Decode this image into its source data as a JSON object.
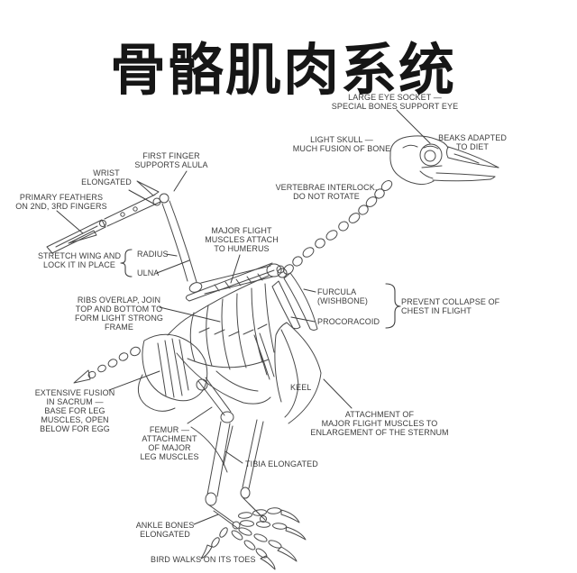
{
  "title": {
    "text": "骨骼肌肉系统"
  },
  "colors": {
    "background": "#ffffff",
    "ink": "#4a4a4a",
    "label_text": "#3d3d3d",
    "title_text": "#161616"
  },
  "labels": [
    {
      "id": "large-eye-socket",
      "text": "LARGE EYE SOCKET —\nSPECIAL BONES SUPPORT EYE"
    },
    {
      "id": "light-skull",
      "text": "LIGHT SKULL —\nMUCH FUSION OF BONE"
    },
    {
      "id": "beaks-adapted",
      "text": "BEAKS ADAPTED\nTO DIET"
    },
    {
      "id": "vertebrae-interlock",
      "text": "VERTEBRAE INTERLOCK,\nDO NOT ROTATE"
    },
    {
      "id": "first-finger",
      "text": "FIRST FINGER\nSUPPORTS ALULA"
    },
    {
      "id": "wrist-elongated",
      "text": "WRIST\nELONGATED"
    },
    {
      "id": "primary-feathers",
      "text": "PRIMARY FEATHERS\nON 2ND, 3RD FINGERS"
    },
    {
      "id": "stretch-wing",
      "text": "STRETCH WING AND\nLOCK IT IN PLACE"
    },
    {
      "id": "radius",
      "text": "RADIUS"
    },
    {
      "id": "ulna",
      "text": "ULNA"
    },
    {
      "id": "major-flight-muscles",
      "text": "MAJOR FLIGHT\nMUSCLES ATTACH\nTO HUMERUS"
    },
    {
      "id": "furcula",
      "text": "FURCULA\n(WISHBONE)"
    },
    {
      "id": "procoracoid",
      "text": "PROCORACOID"
    },
    {
      "id": "prevent-collapse",
      "text": "PREVENT COLLAPSE OF\nCHEST IN FLIGHT"
    },
    {
      "id": "ribs-overlap",
      "text": "RIBS OVERLAP, JOIN\nTOP AND BOTTOM TO\nFORM LIGHT STRONG\nFRAME"
    },
    {
      "id": "extensive-fusion",
      "text": "EXTENSIVE FUSION\nIN SACRUM —\nBASE FOR LEG\nMUSCLES, OPEN\nBELOW FOR EGG"
    },
    {
      "id": "keel",
      "text": "KEEL"
    },
    {
      "id": "attachment-sternum",
      "text": "ATTACHMENT OF\nMAJOR FLIGHT MUSCLES TO\nENLARGEMENT OF THE STERNUM"
    },
    {
      "id": "femur",
      "text": "FEMUR —\nATTACHMENT\nOF MAJOR\nLEG MUSCLES"
    },
    {
      "id": "tibia-elongated",
      "text": "TIBIA ELONGATED"
    },
    {
      "id": "ankle-bones",
      "text": "ANKLE BONES\nELONGATED"
    },
    {
      "id": "bird-walks",
      "text": "BIRD WALKS ON ITS TOES"
    }
  ]
}
